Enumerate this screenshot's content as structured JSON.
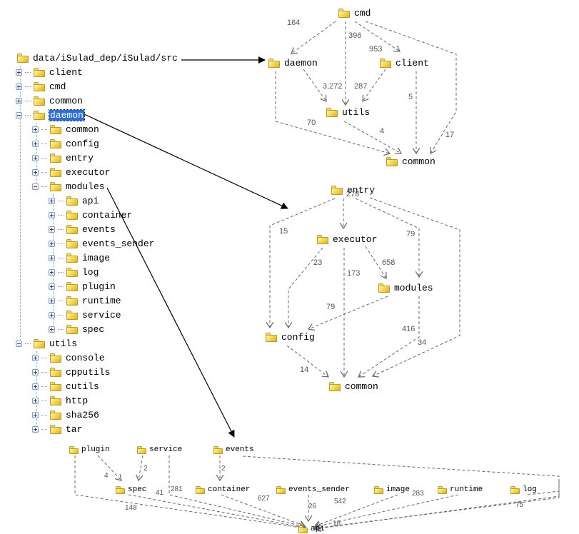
{
  "tree": {
    "root": "data/iSulad_dep/iSulad/src",
    "items": [
      {
        "label": "client",
        "level": 1,
        "state": "collapsed"
      },
      {
        "label": "cmd",
        "level": 1,
        "state": "collapsed"
      },
      {
        "label": "common",
        "level": 1,
        "state": "collapsed"
      },
      {
        "label": "daemon",
        "level": 1,
        "state": "expanded",
        "selected": true
      },
      {
        "label": "common",
        "level": 2,
        "state": "collapsed"
      },
      {
        "label": "config",
        "level": 2,
        "state": "collapsed"
      },
      {
        "label": "entry",
        "level": 2,
        "state": "collapsed"
      },
      {
        "label": "executor",
        "level": 2,
        "state": "collapsed"
      },
      {
        "label": "modules",
        "level": 2,
        "state": "expanded"
      },
      {
        "label": "api",
        "level": 3,
        "state": "collapsed"
      },
      {
        "label": "container",
        "level": 3,
        "state": "collapsed"
      },
      {
        "label": "events",
        "level": 3,
        "state": "collapsed"
      },
      {
        "label": "events_sender",
        "level": 3,
        "state": "collapsed"
      },
      {
        "label": "image",
        "level": 3,
        "state": "collapsed"
      },
      {
        "label": "log",
        "level": 3,
        "state": "collapsed"
      },
      {
        "label": "plugin",
        "level": 3,
        "state": "collapsed"
      },
      {
        "label": "runtime",
        "level": 3,
        "state": "collapsed"
      },
      {
        "label": "service",
        "level": 3,
        "state": "collapsed"
      },
      {
        "label": "spec",
        "level": 3,
        "state": "collapsed"
      },
      {
        "label": "utils",
        "level": 1,
        "state": "expanded"
      },
      {
        "label": "console",
        "level": 2,
        "state": "collapsed"
      },
      {
        "label": "cpputils",
        "level": 2,
        "state": "collapsed"
      },
      {
        "label": "cutils",
        "level": 2,
        "state": "collapsed"
      },
      {
        "label": "http",
        "level": 2,
        "state": "collapsed"
      },
      {
        "label": "sha256",
        "level": 2,
        "state": "collapsed"
      },
      {
        "label": "tar",
        "level": 2,
        "state": "collapsed"
      }
    ]
  },
  "graphs": {
    "src": {
      "nodes": {
        "cmd": "cmd",
        "daemon": "daemon",
        "client": "client",
        "utils": "utils",
        "common": "common"
      },
      "edges": [
        {
          "from": "cmd",
          "to": "daemon",
          "weight": "164"
        },
        {
          "from": "cmd",
          "to": "utils",
          "weight": "396"
        },
        {
          "from": "cmd",
          "to": "client",
          "weight": "953"
        },
        {
          "from": "cmd",
          "to": "common",
          "weight": "17"
        },
        {
          "from": "daemon",
          "to": "utils",
          "weight": "3,272"
        },
        {
          "from": "client",
          "to": "utils",
          "weight": "287"
        },
        {
          "from": "client",
          "to": "common",
          "weight": "5"
        },
        {
          "from": "daemon",
          "to": "common",
          "weight": "70"
        },
        {
          "from": "utils",
          "to": "common",
          "weight": "4"
        }
      ]
    },
    "daemon": {
      "nodes": {
        "entry": "entry",
        "executor": "executor",
        "modules": "modules",
        "config": "config",
        "common": "common"
      },
      "edges": [
        {
          "from": "entry",
          "to": "executor",
          "weight": "278"
        },
        {
          "from": "entry",
          "to": "config",
          "weight": "15"
        },
        {
          "from": "entry",
          "to": "modules",
          "weight": "79"
        },
        {
          "from": "entry",
          "to": "common",
          "weight": "34"
        },
        {
          "from": "executor",
          "to": "config",
          "weight": "23"
        },
        {
          "from": "executor",
          "to": "common",
          "weight": "173"
        },
        {
          "from": "executor",
          "to": "modules",
          "weight": "658"
        },
        {
          "from": "modules",
          "to": "config",
          "weight": "79"
        },
        {
          "from": "modules",
          "to": "common",
          "weight": "416"
        },
        {
          "from": "config",
          "to": "common",
          "weight": "14"
        }
      ]
    },
    "modules": {
      "nodes": {
        "plugin": "plugin",
        "service": "service",
        "events": "events",
        "spec": "spec",
        "container": "container",
        "events_sender": "events_sender",
        "image": "image",
        "runtime": "runtime",
        "log": "log",
        "api": "api"
      },
      "edges": [
        {
          "from": "plugin",
          "to": "spec",
          "weight": "4"
        },
        {
          "from": "service",
          "to": "spec",
          "weight": "2"
        },
        {
          "from": "events",
          "to": "container",
          "weight": "2"
        },
        {
          "from": "plugin",
          "to": "api",
          "weight": "148"
        },
        {
          "from": "spec",
          "to": "api",
          "weight": "41"
        },
        {
          "from": "service",
          "to": "api",
          "weight": "281"
        },
        {
          "from": "container",
          "to": "api",
          "weight": "627"
        },
        {
          "from": "events_sender",
          "to": "api",
          "weight": "26"
        },
        {
          "from": "image",
          "to": "api",
          "weight": "542"
        },
        {
          "from": "runtime",
          "to": "api",
          "weight": "283"
        },
        {
          "from": "log",
          "to": "api",
          "weight": "75"
        },
        {
          "from": "events",
          "to": "api",
          "weight": "18"
        }
      ]
    }
  }
}
